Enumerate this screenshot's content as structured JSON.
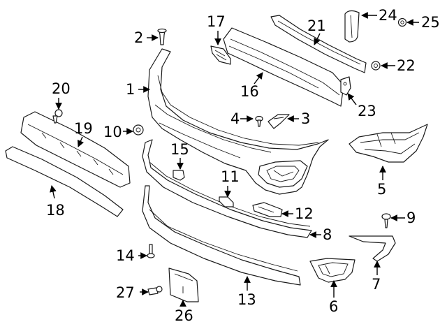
{
  "diagram": {
    "callouts": [
      {
        "id": "c1",
        "label": "1"
      },
      {
        "id": "c2",
        "label": "2"
      },
      {
        "id": "c3",
        "label": "3"
      },
      {
        "id": "c4",
        "label": "4"
      },
      {
        "id": "c5",
        "label": "5"
      },
      {
        "id": "c6",
        "label": "6"
      },
      {
        "id": "c7",
        "label": "7"
      },
      {
        "id": "c8",
        "label": "8"
      },
      {
        "id": "c9",
        "label": "9"
      },
      {
        "id": "c10",
        "label": "10"
      },
      {
        "id": "c11",
        "label": "11"
      },
      {
        "id": "c12",
        "label": "12"
      },
      {
        "id": "c13",
        "label": "13"
      },
      {
        "id": "c14",
        "label": "14"
      },
      {
        "id": "c15",
        "label": "15"
      },
      {
        "id": "c16",
        "label": "16"
      },
      {
        "id": "c17",
        "label": "17"
      },
      {
        "id": "c18",
        "label": "18"
      },
      {
        "id": "c19",
        "label": "19"
      },
      {
        "id": "c20",
        "label": "20"
      },
      {
        "id": "c21",
        "label": "21"
      },
      {
        "id": "c22",
        "label": "22"
      },
      {
        "id": "c23",
        "label": "23"
      },
      {
        "id": "c24",
        "label": "24"
      },
      {
        "id": "c25",
        "label": "25"
      },
      {
        "id": "c26",
        "label": "26"
      },
      {
        "id": "c27",
        "label": "27"
      }
    ]
  }
}
